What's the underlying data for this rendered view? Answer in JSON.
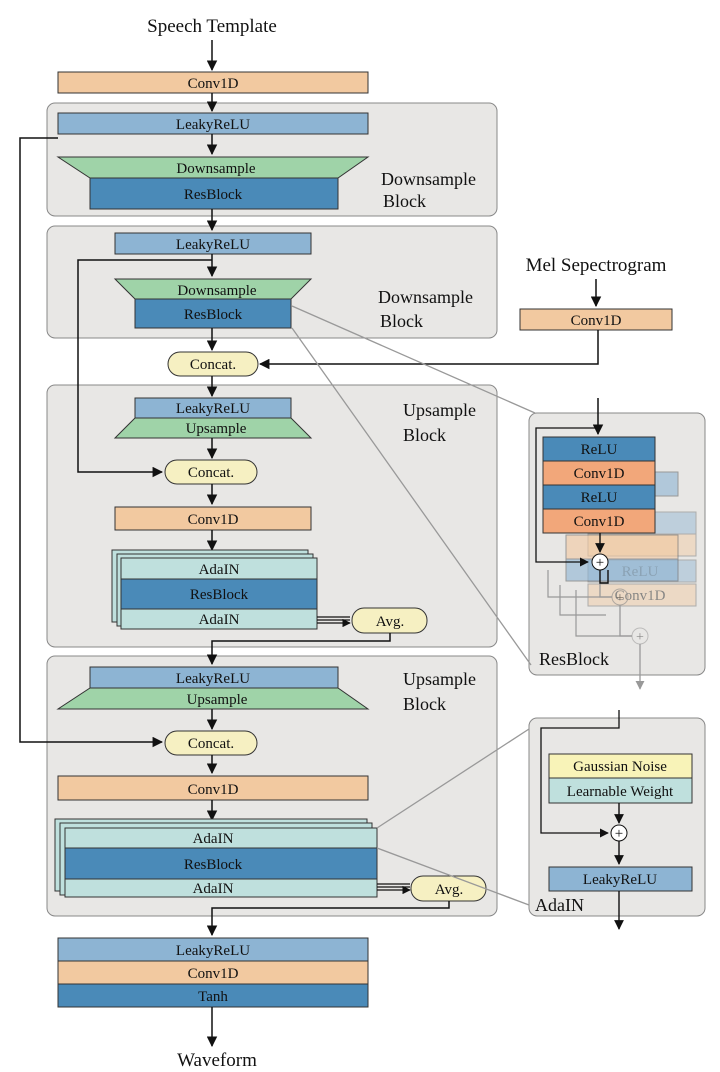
{
  "diagram": {
    "input": "Speech Template",
    "output": "Waveform",
    "mel_input": "Mel Sepectrogram",
    "layers": {
      "conv1d": "Conv1D",
      "leakyrelu": "LeakyReLU",
      "downsample": "Downsample",
      "upsample": "Upsample",
      "resblock": "ResBlock",
      "concat": "Concat.",
      "adain": "AdaIN",
      "avg": "Avg.",
      "tanh": "Tanh",
      "relu": "ReLU",
      "gaussian_noise": "Gaussian Noise",
      "learnable_weight": "Learnable Weight"
    },
    "groups": {
      "downsample_block_1": "Downsample Block",
      "downsample_block_2": "Downsample Block",
      "upsample_block_1": "Upsample Block",
      "upsample_block_2": "Upsample Block",
      "resblock_detail": "ResBlock",
      "adain_detail": "AdaIN"
    }
  },
  "colors": {
    "conv": "#f2c9a0",
    "blue_light": "#8db4d3",
    "blue_dark": "#4a8ab8",
    "green": "#9fd3a8",
    "teal": "#bfe0dd",
    "cream": "#f6f0c2",
    "yellow": "#f8f3b8",
    "panel": "#e8e7e5"
  }
}
